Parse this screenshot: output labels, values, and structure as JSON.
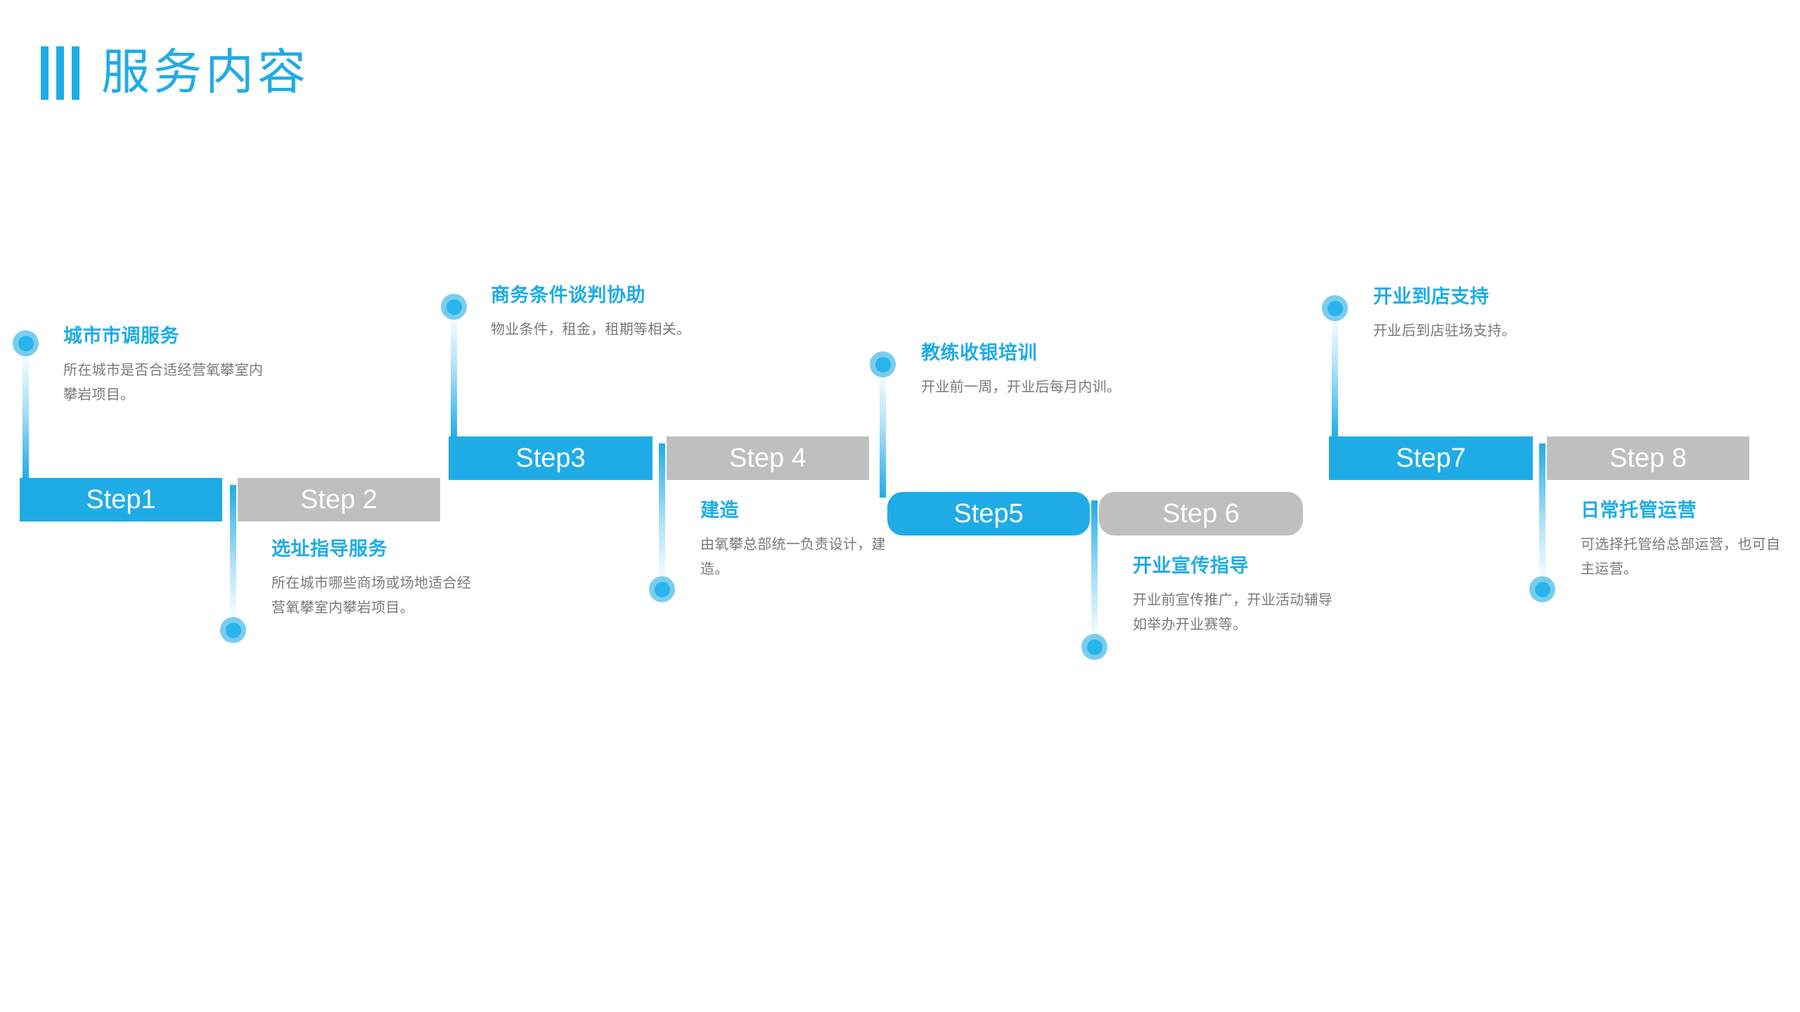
{
  "header": {
    "title": "服务内容",
    "accent_color": "#1FACE6",
    "bars_icon": "three-vertical-bars-icon"
  },
  "palette": {
    "blue": "#1FACE6",
    "gray": "#BFBFBF",
    "node_outer": "#79CDEE",
    "node_inner": "#29B4EC",
    "body_text": "#7a7a7a",
    "bar_label": "#ffffff"
  },
  "steps": [
    {
      "step_label": "Step1",
      "title": "城市市调服务",
      "description": "所在城市是否合适经营氧攀室内攀岩项目。",
      "bar_color": "blue",
      "position": "above"
    },
    {
      "step_label": "Step 2",
      "title": "选址指导服务",
      "description": "所在城市哪些商场或场地适合经营氧攀室内攀岩项目。",
      "bar_color": "gray",
      "position": "below"
    },
    {
      "step_label": "Step3",
      "title": "商务条件谈判协助",
      "description": "物业条件，租金，租期等相关。",
      "bar_color": "blue",
      "position": "above"
    },
    {
      "step_label": "Step 4",
      "title": "建造",
      "description": "由氧攀总部统一负责设计，建造。",
      "bar_color": "gray",
      "position": "below"
    },
    {
      "step_label": "Step5",
      "title": "教练收银培训",
      "description": "开业前一周，开业后每月内训。",
      "bar_color": "blue",
      "position": "above"
    },
    {
      "step_label": "Step 6",
      "title": "开业宣传指导",
      "description": "开业前宣传推广，开业活动辅导如举办开业赛等。",
      "bar_color": "gray",
      "position": "below"
    },
    {
      "step_label": "Step7",
      "title": "开业到店支持",
      "description": "开业后到店驻场支持。",
      "bar_color": "blue",
      "position": "above"
    },
    {
      "step_label": "Step 8",
      "title": "日常托管运营",
      "description": "可选择托管给总部运营，也可自主运营。",
      "bar_color": "gray",
      "position": "below"
    }
  ]
}
